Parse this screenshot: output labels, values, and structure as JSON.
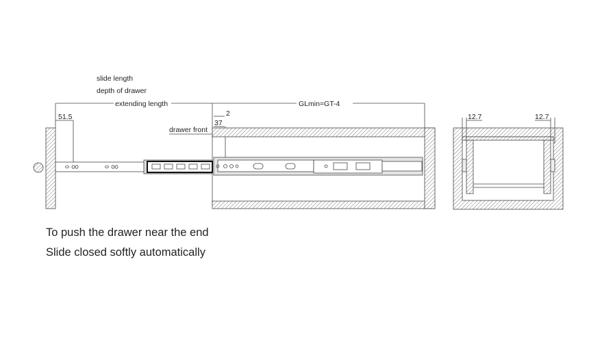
{
  "labels": {
    "slide_length": "slide length",
    "depth_of_drawer": "depth of drawer",
    "extending_length": "extending length",
    "glmin": "GLmin=GT-4",
    "dim_51_5": "51.5",
    "dim_2": "2",
    "dim_37": "37",
    "drawer_front": "drawer front",
    "dim_12_7_left": "12.7",
    "dim_12_7_right": "12.7"
  },
  "captions": [
    "To push the drawer near the end",
    "Slide closed softly automatically"
  ],
  "colors": {
    "line": "#333333",
    "hatch": "#777777"
  }
}
